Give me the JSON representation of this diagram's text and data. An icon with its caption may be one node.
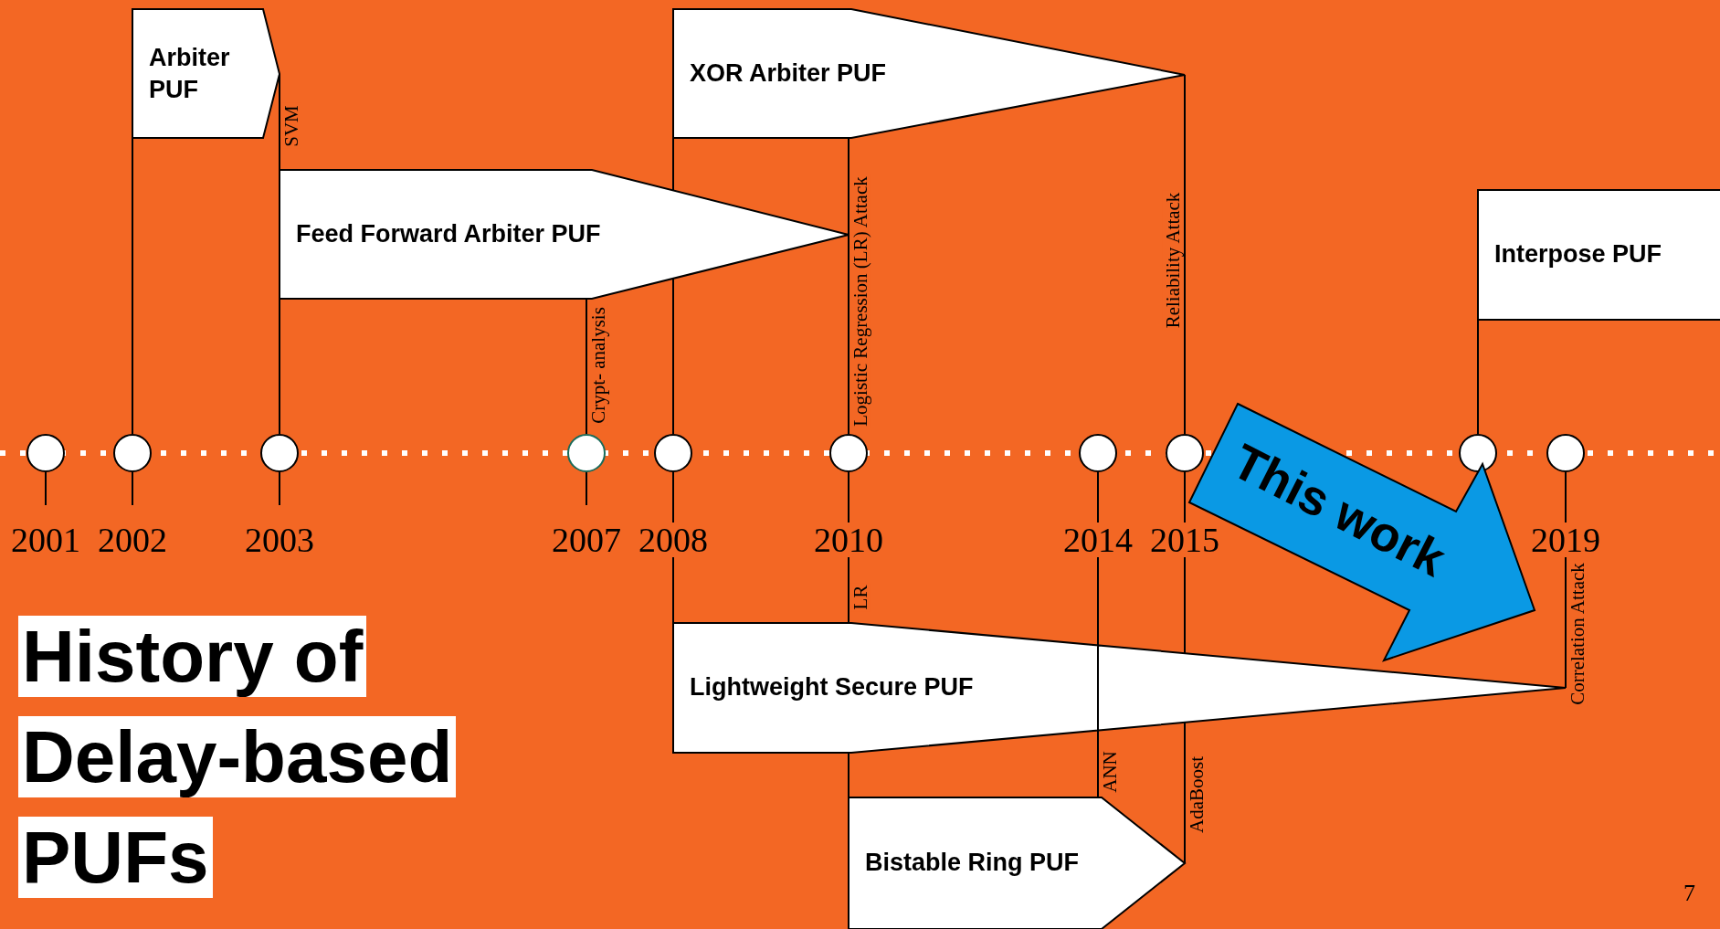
{
  "diagram": {
    "title": "History of Delay-based PUFs",
    "nodes": [
      {
        "text": [
          "Arbiter PUF"
        ]
      },
      {
        "text": [
          "XOR Arbiter PUF"
        ]
      },
      {
        "text": [
          "Feed Forward Arbiter PUF"
        ]
      },
      {
        "text": [
          "Interpose PUF"
        ]
      },
      {
        "text": [],
        "shape": "circle",
        "beside": [
          "2001"
        ]
      },
      {
        "text": [],
        "shape": "circle",
        "beside": [
          "2002"
        ]
      },
      {
        "text": [],
        "shape": "circle",
        "beside": [
          "2003"
        ]
      },
      {
        "text": [],
        "shape": "circle",
        "beside": [
          "2007"
        ]
      },
      {
        "text": [],
        "shape": "circle"
      },
      {
        "text": [],
        "shape": "circle"
      },
      {
        "text": [],
        "shape": "circle"
      },
      {
        "text": [],
        "shape": "circle"
      },
      {
        "text": [],
        "shape": "circle"
      },
      {
        "text": [],
        "shape": "circle"
      },
      {
        "text": [
          "This work"
        ]
      },
      {
        "text": [
          "Lightweight Secure PUF"
        ]
      },
      {
        "text": [
          "Bistable Ring PUF"
        ]
      }
    ],
    "edges": [
      {
        "from": 0,
        "to": 5,
        "arrow": "none"
      },
      {
        "from": 0,
        "to": 2,
        "arrow": "none",
        "label": "SVM"
      },
      {
        "from": 2,
        "to": 6,
        "arrow": "none"
      },
      {
        "from": 2,
        "to": 7,
        "arrow": "none",
        "label": "Crypt- analysis"
      },
      {
        "from": 1,
        "to": 2,
        "arrow": "none"
      },
      {
        "from": 2,
        "to": 8,
        "arrow": "none"
      },
      {
        "from": 1,
        "to": 9,
        "arrow": "none",
        "label": "Logistic Regression (LR) Attack"
      },
      {
        "from": 1,
        "to": 11,
        "arrow": "none",
        "label": "Reliability Attack"
      },
      {
        "from": 3,
        "to": 12,
        "arrow": "none"
      },
      {
        "from": 8,
        "to": 15,
        "arrow": "none"
      },
      {
        "from": 9,
        "to": 15,
        "arrow": "none",
        "label": "LR"
      },
      {
        "from": 15,
        "to": 16,
        "arrow": "none"
      },
      {
        "from": 10,
        "to": 15,
        "arrow": "none"
      },
      {
        "from": 15,
        "to": 16,
        "arrow": "none",
        "label": "ANN"
      },
      {
        "from": 11,
        "to": 15,
        "arrow": "none"
      },
      {
        "from": 15,
        "to": 16,
        "arrow": "none",
        "label": "AdaBoost"
      },
      {
        "from": 13,
        "to": 15,
        "arrow": "none",
        "label": "Correlation Attack"
      }
    ],
    "labels": [
      "2008",
      "2010",
      "2014",
      "2015",
      "2019",
      "7"
    ]
  }
}
